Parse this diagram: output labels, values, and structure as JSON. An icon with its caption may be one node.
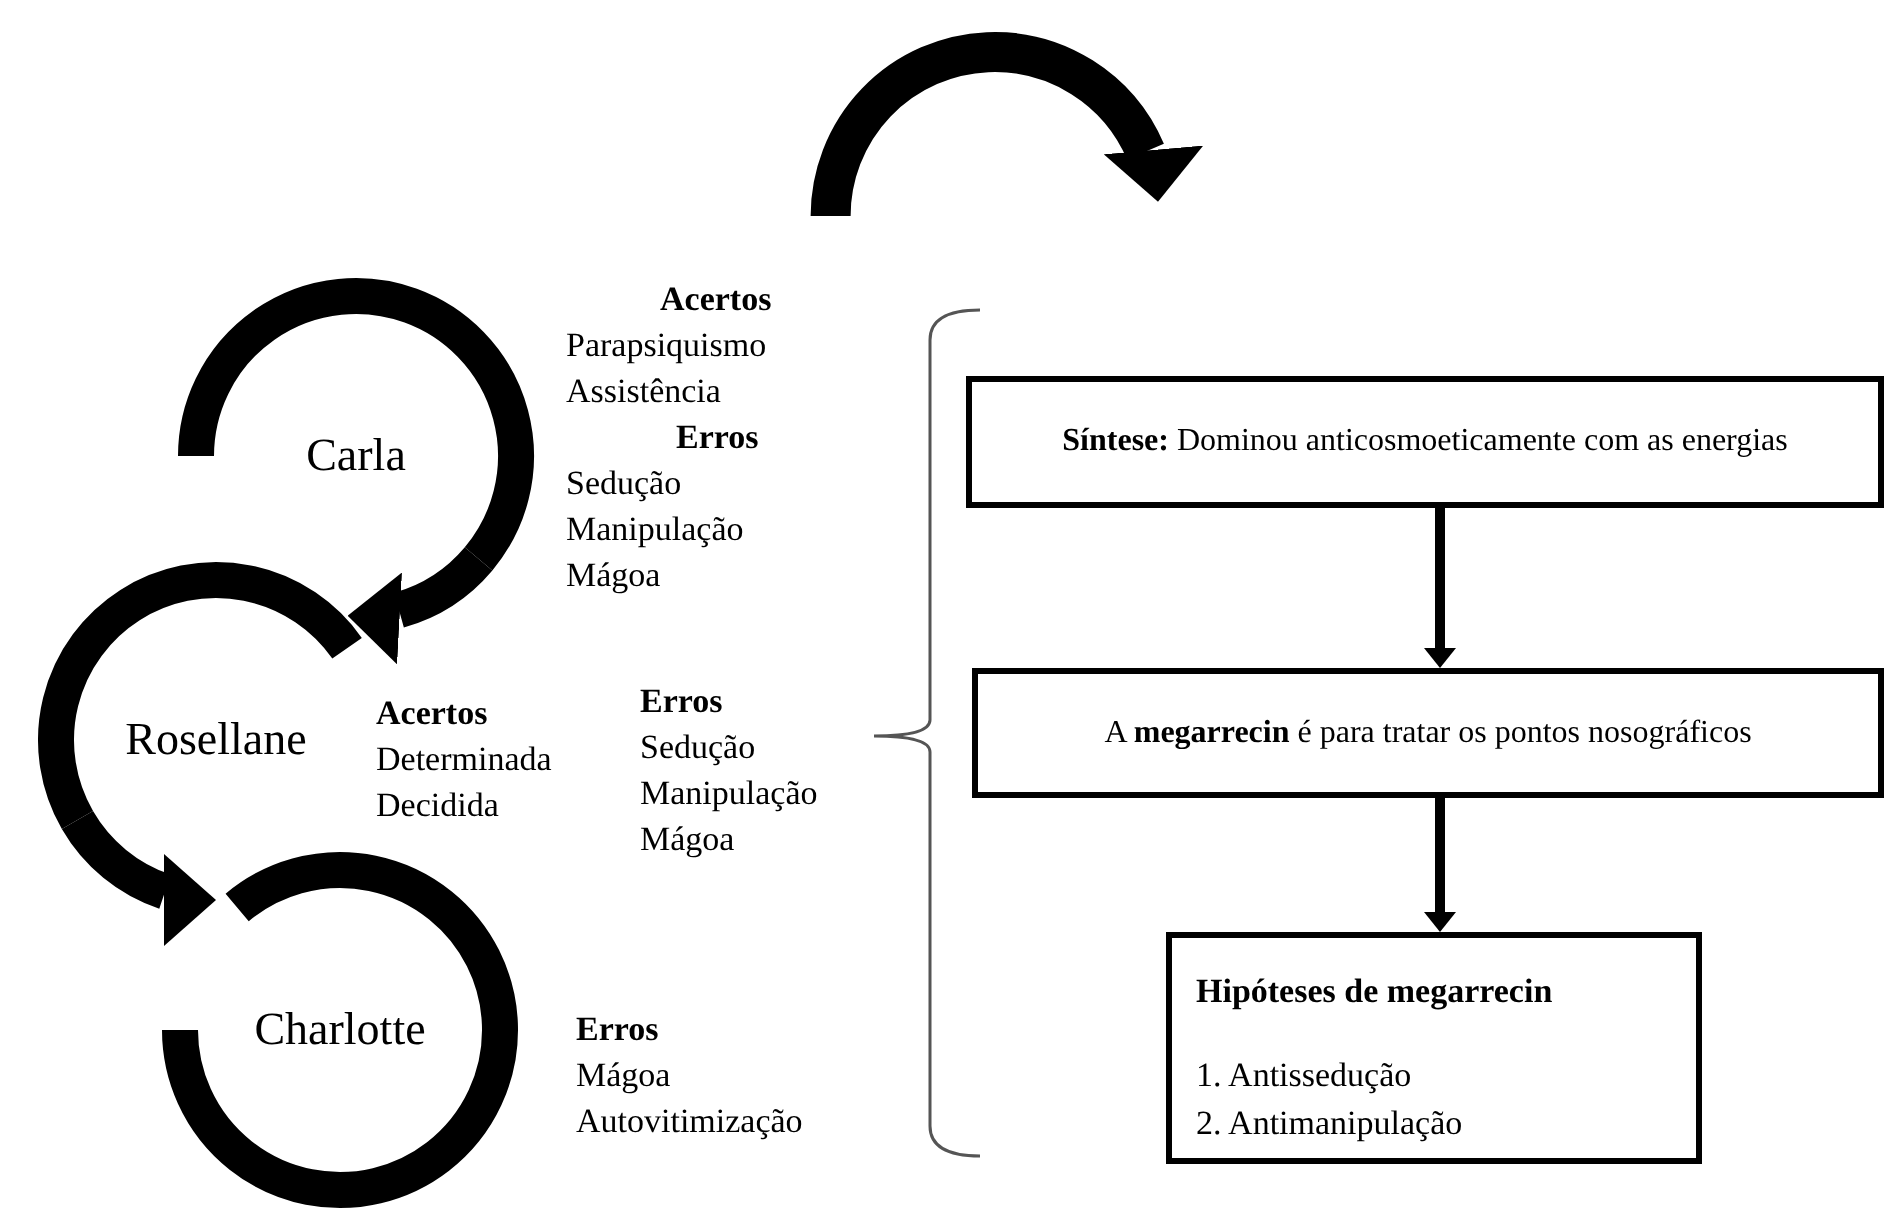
{
  "diagram": {
    "nodes": [
      {
        "text": [
          "Carla"
        ],
        "beside": [
          "Acertos",
          "Parapsiquismo",
          "Assistência",
          "Erros",
          "Sedução",
          "Manipulação",
          "Mágoa"
        ]
      },
      {
        "text": [
          "Rosellane"
        ],
        "beside": [
          "Acertos",
          "Determinada",
          "Decidida",
          "Erros",
          "Sedução",
          "Manipulação",
          "Mágoa"
        ]
      },
      {
        "text": [
          "Charlotte"
        ],
        "beside": [
          "Erros",
          "Mágoa",
          "Autovitimização"
        ]
      },
      {
        "text": [
          "**Síntese:** Dominou anticosmoeticamente com as energias"
        ]
      },
      {
        "text": [
          "A **megarrecin** é para tratar os pontos nosográficos"
        ]
      },
      {
        "text": [
          "Hipóteses de megarrecin",
          "1. Antissedução",
          "2. Antimanipulação"
        ]
      }
    ],
    "edges": [
      {
        "from": 0,
        "to": 1,
        "arrow": "to"
      },
      {
        "from": 1,
        "to": 2,
        "arrow": "to"
      },
      {
        "from": null,
        "to": 3,
        "arrow": "to"
      },
      {
        "from": 3,
        "to": 4,
        "arrow": "to"
      },
      {
        "from": 4,
        "to": 5,
        "arrow": "to"
      }
    ]
  }
}
